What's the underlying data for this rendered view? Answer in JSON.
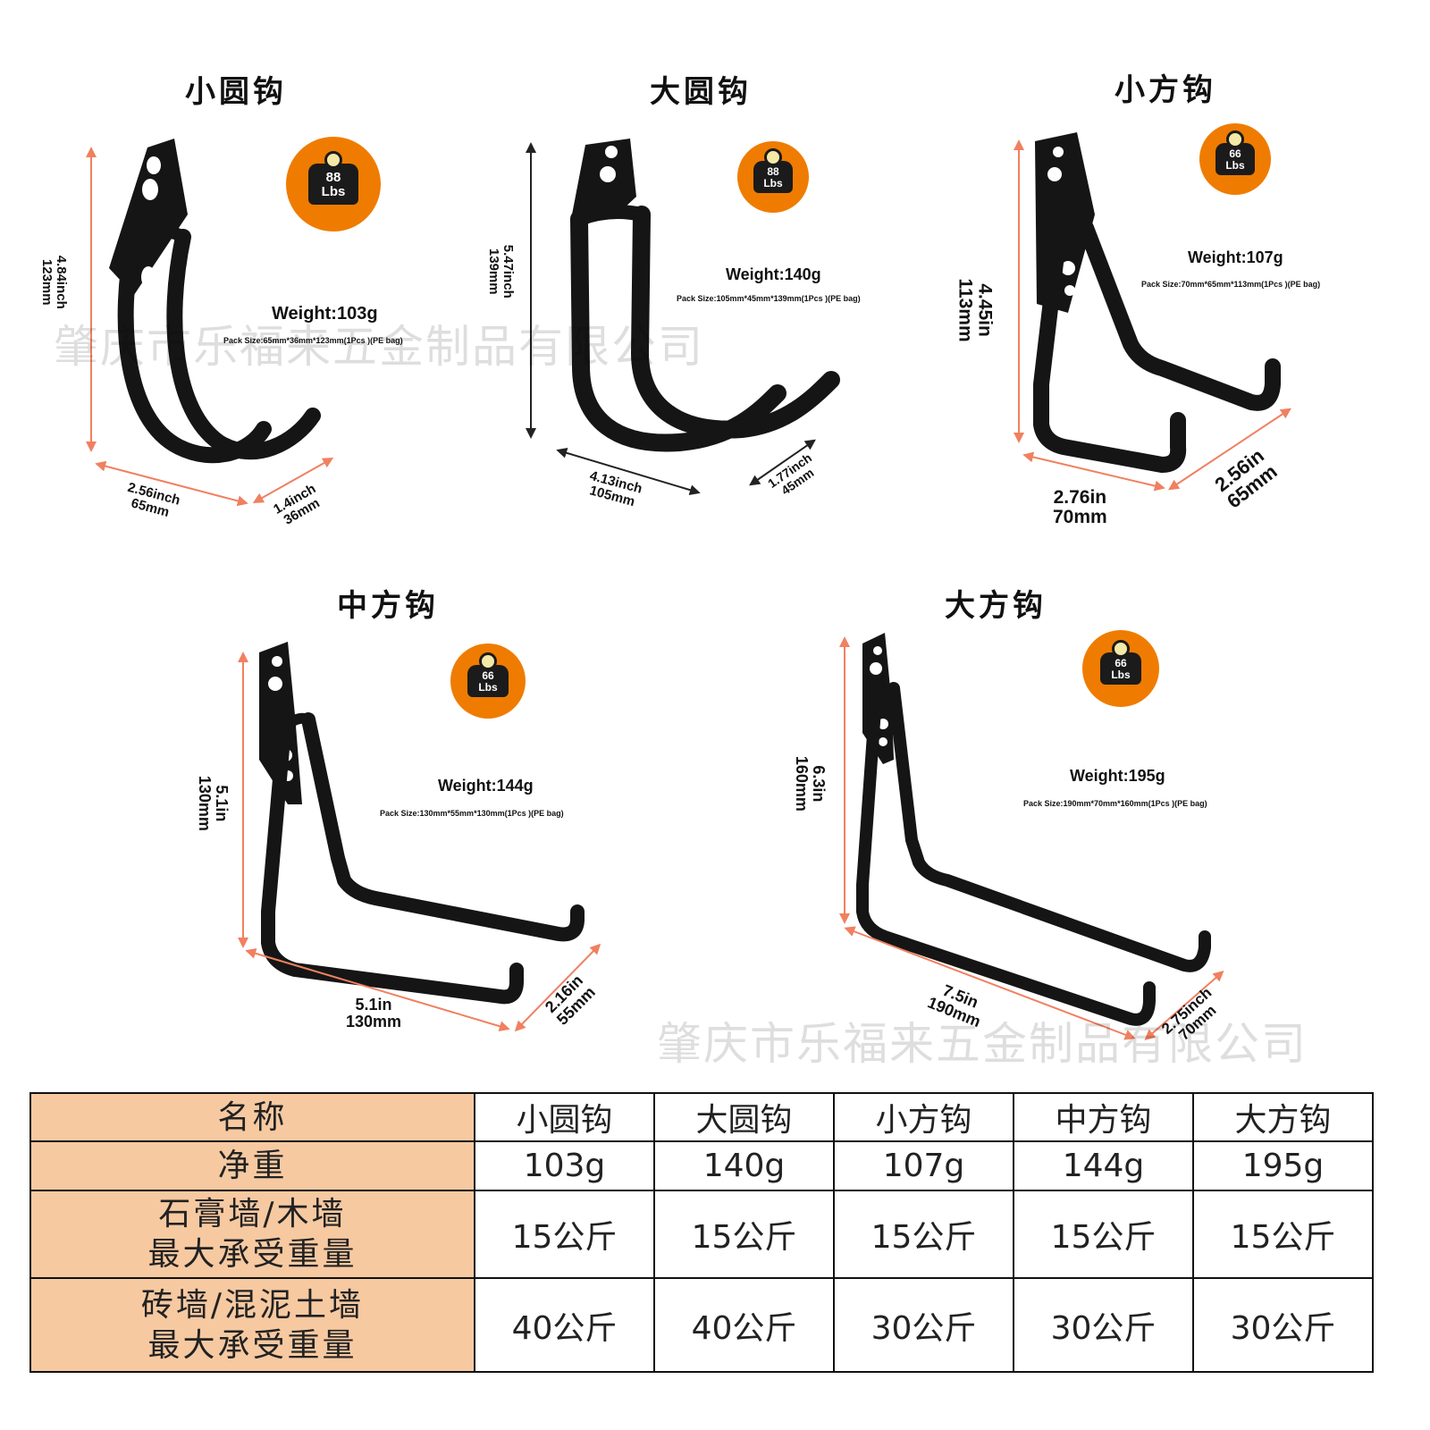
{
  "colors": {
    "badge": "#ef7c00",
    "dimension_arrow": "#f08060",
    "table_header_bg": "#f6c9a1",
    "hook": "#151515"
  },
  "watermark": "肇庆市乐福来五金制品有限公司",
  "products": [
    {
      "title": "小圆钩",
      "badge": {
        "value": "88",
        "unit": "Lbs"
      },
      "weight": "Weight:103g",
      "pack": "Pack Size:65mm*36mm*123mm(1Pcs )(PE bag)",
      "dims": {
        "height": [
          "4.84inch",
          "123mm"
        ],
        "width": [
          "2.56inch",
          "65mm"
        ],
        "depth": [
          "1.4inch",
          "36mm"
        ]
      }
    },
    {
      "title": "大圆钩",
      "badge": {
        "value": "88",
        "unit": "Lbs"
      },
      "weight": "Weight:140g",
      "pack": "Pack Size:105mm*45mm*139mm(1Pcs )(PE bag)",
      "dims": {
        "height": [
          "5.47inch",
          "139mm"
        ],
        "width": [
          "4.13inch",
          "105mm"
        ],
        "depth": [
          "1.77inch",
          "45mm"
        ]
      }
    },
    {
      "title": "小方钩",
      "badge": {
        "value": "66",
        "unit": "Lbs"
      },
      "weight": "Weight:107g",
      "pack": "Pack Size:70mm*65mm*113mm(1Pcs )(PE bag)",
      "dims": {
        "height": [
          "4.45in",
          "113mm"
        ],
        "width": [
          "2.76in",
          "70mm"
        ],
        "depth": [
          "2.56in",
          "65mm"
        ]
      }
    },
    {
      "title": "中方钩",
      "badge": {
        "value": "66",
        "unit": "Lbs"
      },
      "weight": "Weight:144g",
      "pack": "Pack Size:130mm*55mm*130mm(1Pcs )(PE bag)",
      "dims": {
        "height": [
          "5.1in",
          "130mm"
        ],
        "width": [
          "5.1in",
          "130mm"
        ],
        "depth": [
          "2.16in",
          "55mm"
        ]
      }
    },
    {
      "title": "大方钩",
      "badge": {
        "value": "66",
        "unit": "Lbs"
      },
      "weight": "Weight:195g",
      "pack": "Pack Size:190mm*70mm*160mm(1Pcs )(PE bag)",
      "dims": {
        "height": [
          "6.3in",
          "160mm"
        ],
        "width": [
          "7.5in",
          "190mm"
        ],
        "depth": [
          "2.75inch",
          "70mm"
        ]
      }
    }
  ],
  "table": {
    "header": [
      "名称",
      "小圆钩",
      "大圆钩",
      "小方钩",
      "中方钩",
      "大方钩"
    ],
    "rows": [
      {
        "label": [
          "净重"
        ],
        "values": [
          "103g",
          "140g",
          "107g",
          "144g",
          "195g"
        ]
      },
      {
        "label": [
          "石膏墙/木墙",
          "最大承受重量"
        ],
        "values": [
          "15公斤",
          "15公斤",
          "15公斤",
          "15公斤",
          "15公斤"
        ]
      },
      {
        "label": [
          "砖墙/混泥土墙",
          "最大承受重量"
        ],
        "values": [
          "40公斤",
          "40公斤",
          "30公斤",
          "30公斤",
          "30公斤"
        ]
      }
    ]
  }
}
